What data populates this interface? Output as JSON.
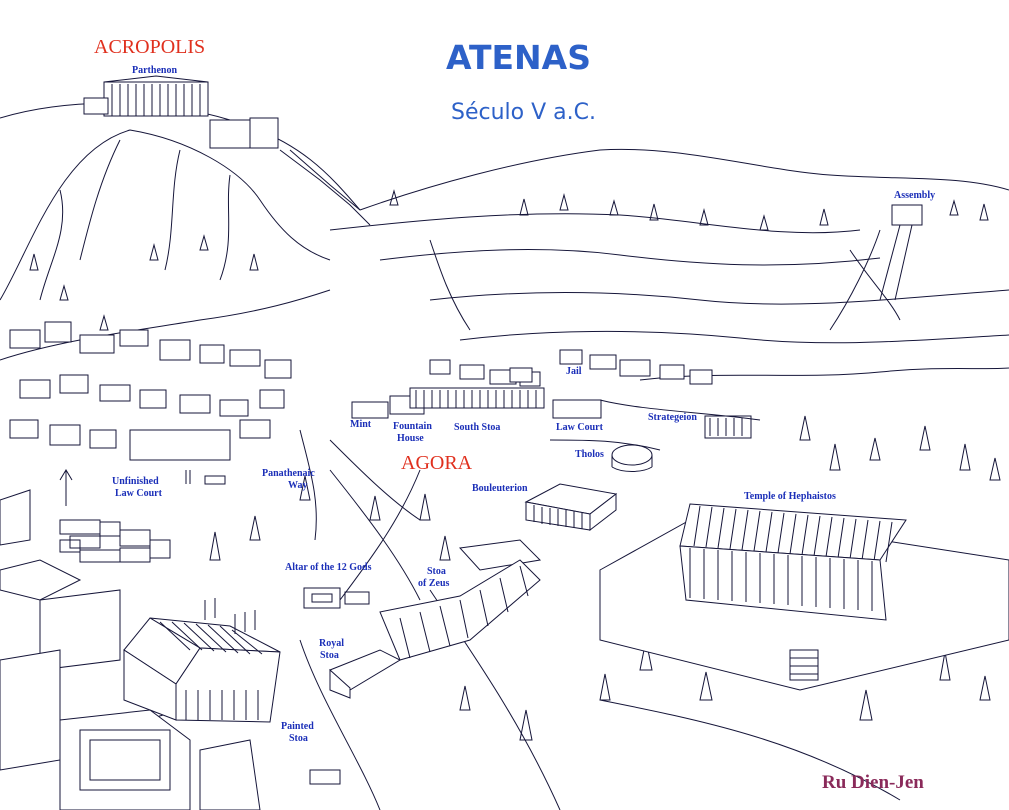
{
  "title": "ATENAS",
  "subtitle": "Século V a.C.",
  "credit": "Ru Dien-Jen",
  "region_labels": {
    "acropolis": "ACROPOLIS",
    "agora": "AGORA"
  },
  "labels": {
    "parthenon": "Parthenon",
    "assembly": "Assembly",
    "jail": "Jail",
    "mint": "Mint",
    "fountain_house_1": "Fountain",
    "fountain_house_2": "House",
    "south_stoa": "South Stoa",
    "law_court": "Law Court",
    "strategeion": "Strategeion",
    "tholos": "Tholos",
    "unfinished_law_court_1": "Unfinished",
    "unfinished_law_court_2": "Law Court",
    "panathenaic_way_1": "Panathenaic",
    "panathenaic_way_2": "Way",
    "bouleuterion": "Bouleuterion",
    "temple_of_hephaistos": "Temple of Hephaistos",
    "altar_of_12_gods": "Altar of the 12 Gods",
    "stoa_of_zeus_1": "Stoa",
    "stoa_of_zeus_2": "of Zeus",
    "royal_stoa_1": "Royal",
    "royal_stoa_2": "Stoa",
    "painted_stoa_1": "Painted",
    "painted_stoa_2": "Stoa"
  },
  "colors": {
    "label_blue": "#1b2fb8",
    "region_red": "#e0301e",
    "title_blue": "#2d61c8",
    "credit_maroon": "#8a2a5a",
    "ink": "#16163a"
  }
}
